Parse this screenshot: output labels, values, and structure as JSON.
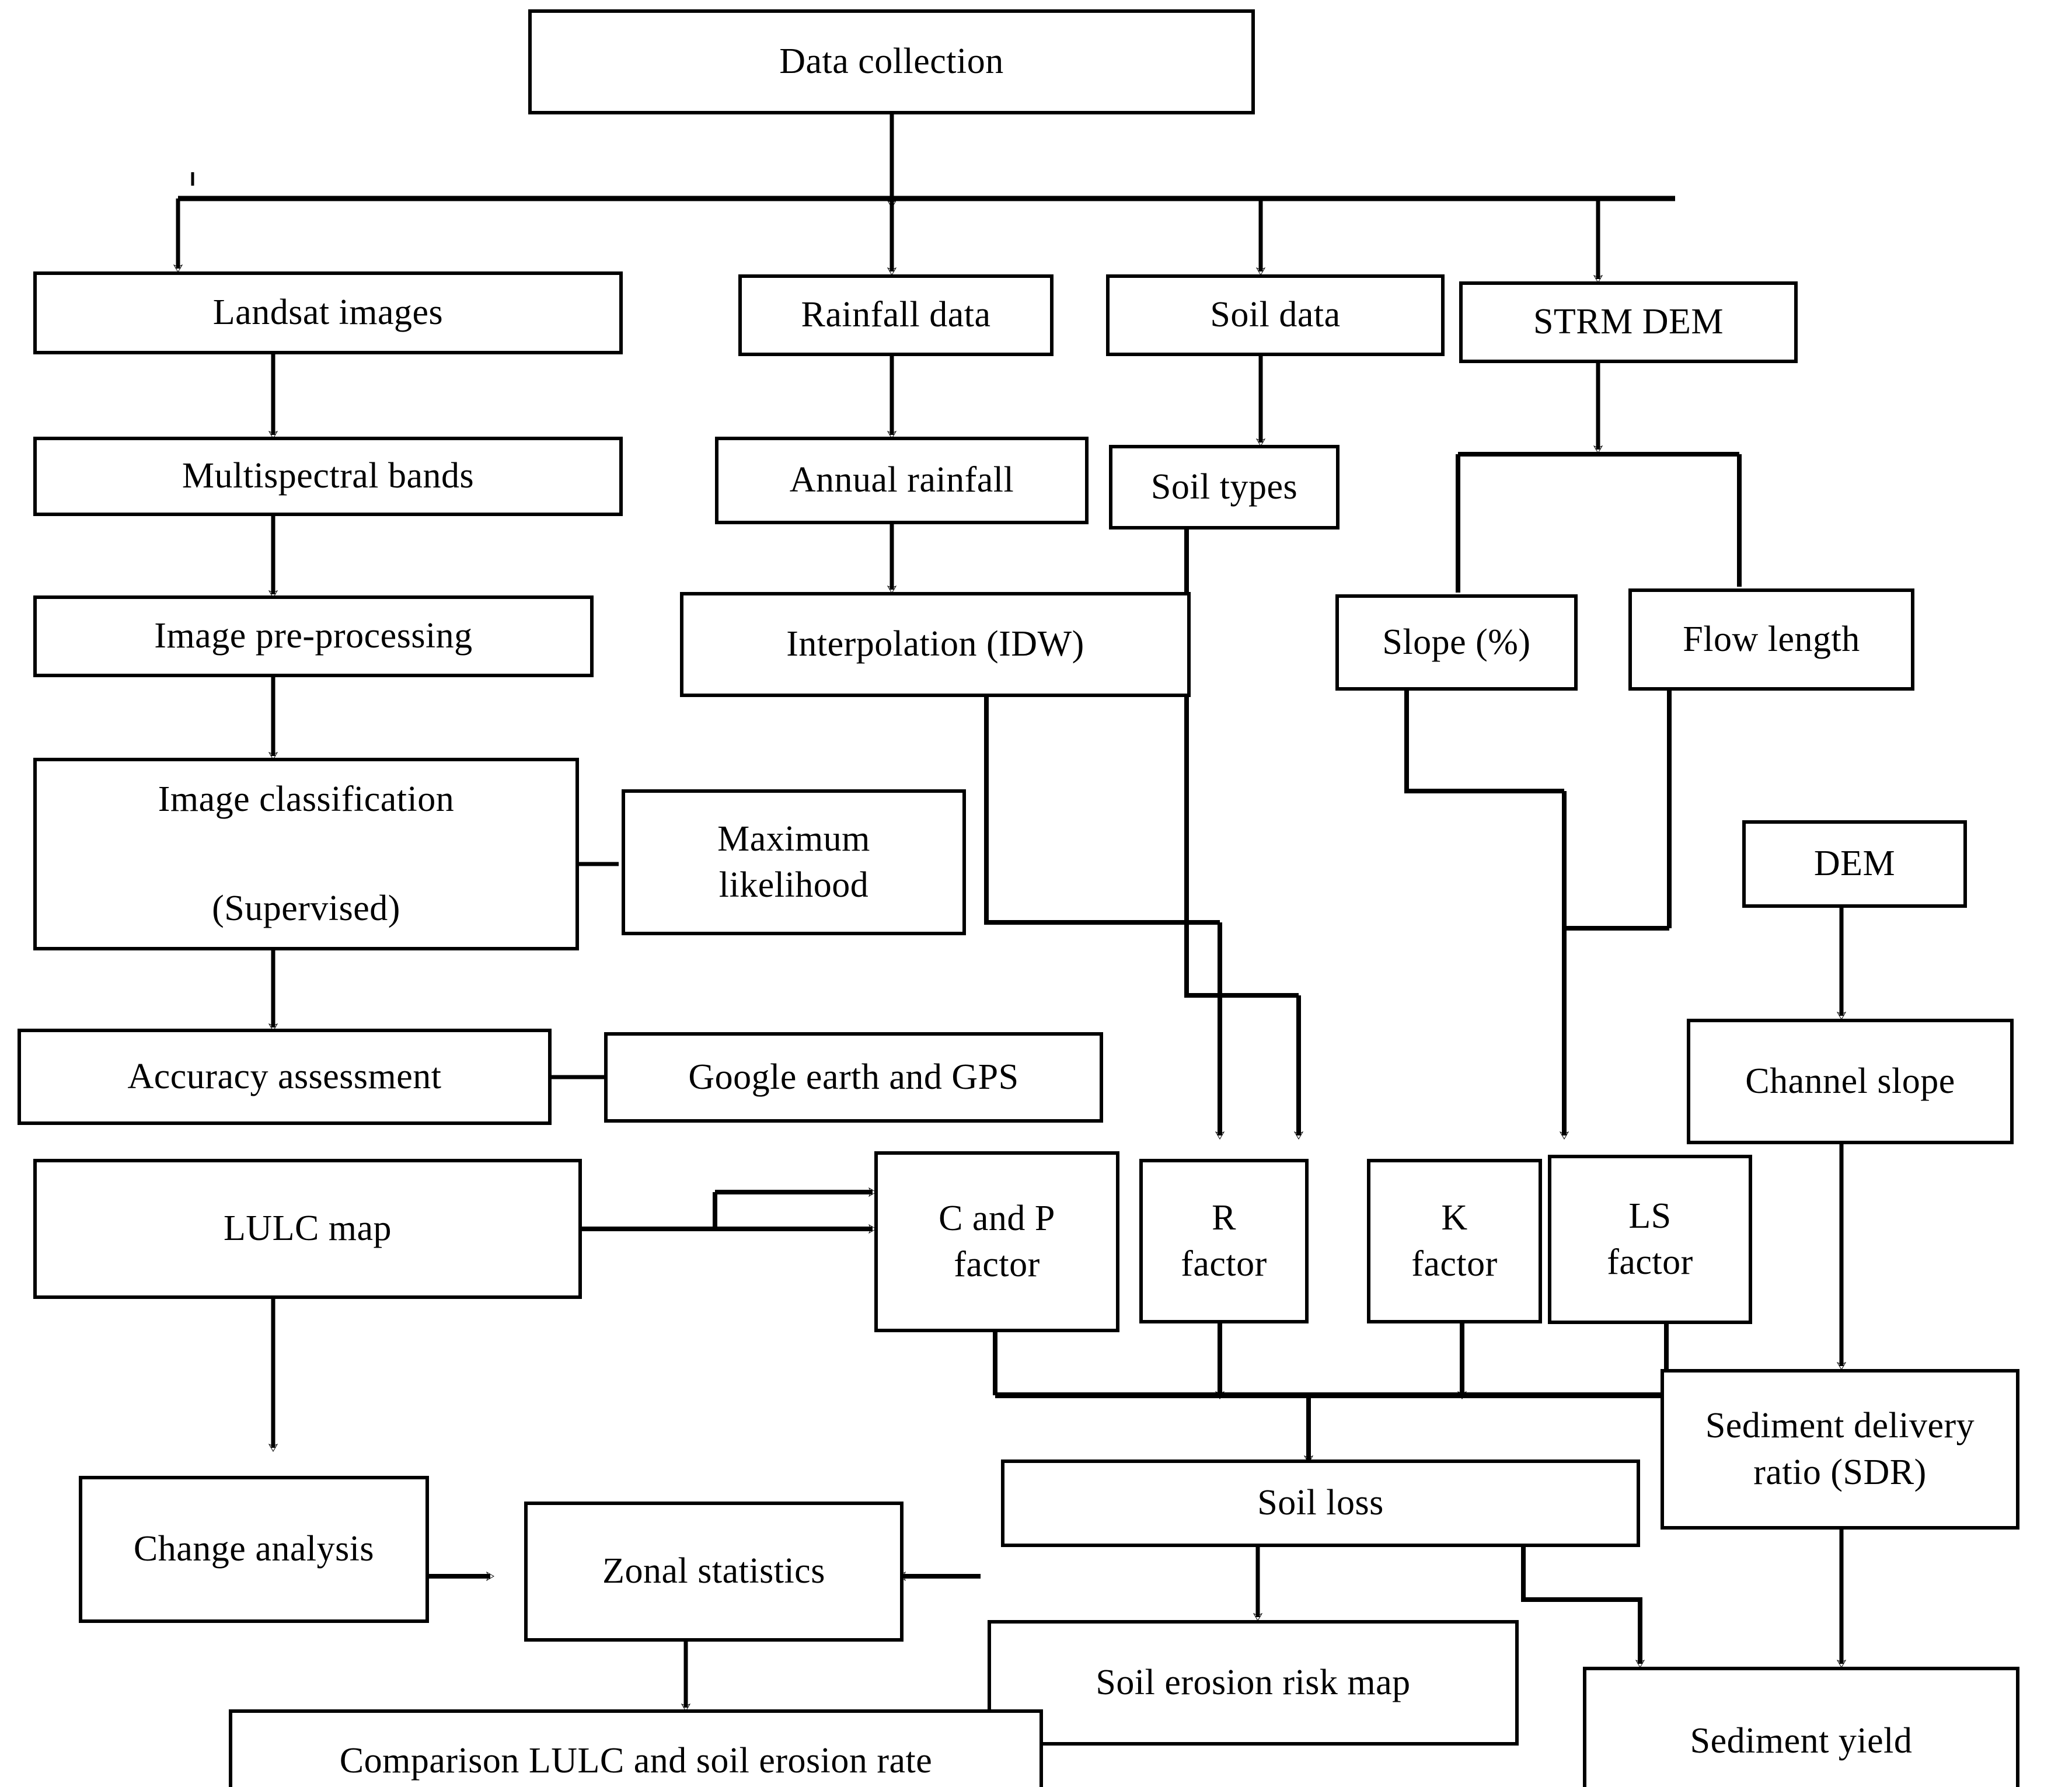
{
  "diagram": {
    "type": "flowchart",
    "title": "Soil erosion and sediment yield methodology flowchart",
    "orientation": "top-down",
    "line_color": "#000000",
    "box_fill": "#ffffff",
    "nodes": [
      {
        "id": "data_collection",
        "label": "Data collection"
      },
      {
        "id": "landsat_images",
        "label": "Landsat images"
      },
      {
        "id": "rainfall_data",
        "label": "Rainfall data"
      },
      {
        "id": "soil_data",
        "label": "Soil data"
      },
      {
        "id": "strm_dem",
        "label": "STRM DEM"
      },
      {
        "id": "multispectral",
        "label": "Multispectral bands"
      },
      {
        "id": "annual_rainfall",
        "label": "Annual rainfall"
      },
      {
        "id": "soil_types",
        "label": "Soil types"
      },
      {
        "id": "image_preproc",
        "label": "Image pre-processing"
      },
      {
        "id": "interpolation",
        "label": "Interpolation  (IDW)"
      },
      {
        "id": "slope_pct",
        "label": "Slope (%)"
      },
      {
        "id": "flow_length",
        "label": "Flow length"
      },
      {
        "id": "image_class",
        "label_line1": "Image classification",
        "label_line2": "(Supervised)"
      },
      {
        "id": "max_likelihood",
        "label_line1": "Maximum",
        "label_line2": "likelihood"
      },
      {
        "id": "dem",
        "label": "DEM"
      },
      {
        "id": "accuracy",
        "label": "Accuracy assessment"
      },
      {
        "id": "google_gps",
        "label": "Google earth and GPS"
      },
      {
        "id": "channel_slope",
        "label": "Channel slope"
      },
      {
        "id": "lulc_map",
        "label": "LULC map"
      },
      {
        "id": "cp_factor",
        "label_line1": "C and P",
        "label_line2": "factor"
      },
      {
        "id": "r_factor",
        "label_line1": "R",
        "label_line2": "factor"
      },
      {
        "id": "k_factor",
        "label_line1": "K",
        "label_line2": "factor"
      },
      {
        "id": "ls_factor",
        "label_line1": "LS",
        "label_line2": "factor"
      },
      {
        "id": "soil_loss",
        "label": "Soil loss"
      },
      {
        "id": "sdr",
        "label_line1": "Sediment delivery",
        "label_line2": "ratio (SDR)"
      },
      {
        "id": "change_analysis",
        "label": "Change analysis"
      },
      {
        "id": "zonal_statistics",
        "label": "Zonal statistics"
      },
      {
        "id": "erosion_risk_map",
        "label": "Soil erosion risk map"
      },
      {
        "id": "sediment_yield",
        "label": "Sediment yield"
      },
      {
        "id": "comparison",
        "label": "Comparison LULC and soil erosion rate"
      }
    ],
    "edges": [
      {
        "from": "data_collection",
        "to": "landsat_images"
      },
      {
        "from": "data_collection",
        "to": "rainfall_data"
      },
      {
        "from": "data_collection",
        "to": "soil_data"
      },
      {
        "from": "data_collection",
        "to": "strm_dem"
      },
      {
        "from": "landsat_images",
        "to": "multispectral"
      },
      {
        "from": "rainfall_data",
        "to": "annual_rainfall"
      },
      {
        "from": "soil_data",
        "to": "soil_types"
      },
      {
        "from": "strm_dem",
        "to": "slope_pct"
      },
      {
        "from": "strm_dem",
        "to": "flow_length"
      },
      {
        "from": "multispectral",
        "to": "image_preproc"
      },
      {
        "from": "annual_rainfall",
        "to": "interpolation"
      },
      {
        "from": "image_preproc",
        "to": "image_class"
      },
      {
        "from": "max_likelihood",
        "to": "image_class"
      },
      {
        "from": "image_class",
        "to": "accuracy"
      },
      {
        "from": "google_gps",
        "to": "accuracy"
      },
      {
        "from": "interpolation",
        "to": "r_factor"
      },
      {
        "from": "soil_types",
        "to": "k_factor"
      },
      {
        "from": "slope_pct",
        "to": "ls_factor"
      },
      {
        "from": "flow_length",
        "to": "ls_factor"
      },
      {
        "from": "dem",
        "to": "channel_slope"
      },
      {
        "from": "lulc_map",
        "to": "cp_factor"
      },
      {
        "from": "lulc_map",
        "to": "change_analysis"
      },
      {
        "from": "cp_factor",
        "to": "soil_loss"
      },
      {
        "from": "r_factor",
        "to": "soil_loss"
      },
      {
        "from": "k_factor",
        "to": "soil_loss"
      },
      {
        "from": "ls_factor",
        "to": "soil_loss"
      },
      {
        "from": "channel_slope",
        "to": "sdr"
      },
      {
        "from": "soil_loss",
        "to": "erosion_risk_map"
      },
      {
        "from": "soil_loss",
        "to": "sediment_yield"
      },
      {
        "from": "sdr",
        "to": "sediment_yield"
      },
      {
        "from": "change_analysis",
        "to": "zonal_statistics"
      },
      {
        "from": "erosion_risk_map",
        "to": "zonal_statistics"
      },
      {
        "from": "zonal_statistics",
        "to": "comparison"
      }
    ]
  }
}
